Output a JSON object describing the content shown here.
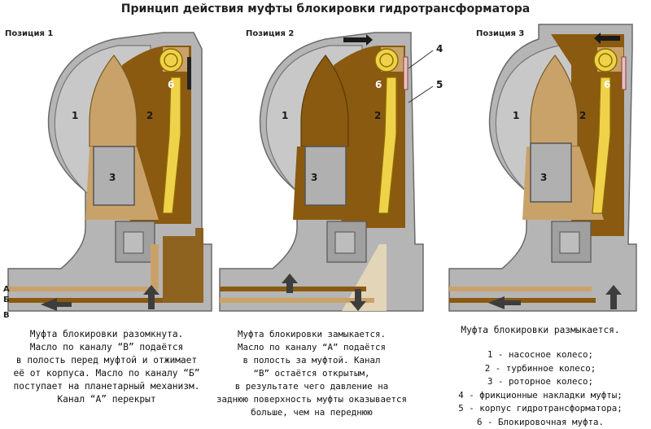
{
  "title": "Принцип действия муфты блокировки гидротрансформатора",
  "panels": [
    {
      "label": "Позиция 1",
      "caption": [
        "Муфта блокировки разомкнута.",
        "Масло по каналу “В” подаётся",
        "в полость перед муфтой и отжимает",
        "её от корпуса. Масло по каналу “Б”",
        "поступает на планетарный механизм.",
        "Канал “А” перекрыт"
      ]
    },
    {
      "label": "Позиция 2",
      "caption": [
        "Муфта блокировки замыкается.",
        "Масло по каналу “А” подаётся",
        "в полость за муфтой. Канал",
        "“В” остаётся открытым,",
        "в результате чего давление на",
        "заднюю поверхность муфты оказывается",
        "больше, чем на переднюю"
      ]
    },
    {
      "label": "Позиция 3",
      "caption": [
        "Муфта блокировки размыкается."
      ]
    }
  ],
  "channel_labels": [
    "А",
    "Б",
    "В"
  ],
  "part_numbers": [
    "1",
    "2",
    "3",
    "6"
  ],
  "callouts": [
    "4",
    "5"
  ],
  "legend": [
    "1 - насосное колесо;",
    "2 - турбинное колесо;",
    "3 - роторное колесо;",
    "4 - фрикционные накладки муфты;",
    "5 - корпус гидротрансформатора;",
    "6 - Блокировочная муфта."
  ],
  "colors": {
    "oil_dark": "#8a5a10",
    "oil_light": "#c9a26a",
    "housing": "#b5b5b5",
    "clutch": "#f0d24a",
    "arrow": "#3d3d3d"
  }
}
